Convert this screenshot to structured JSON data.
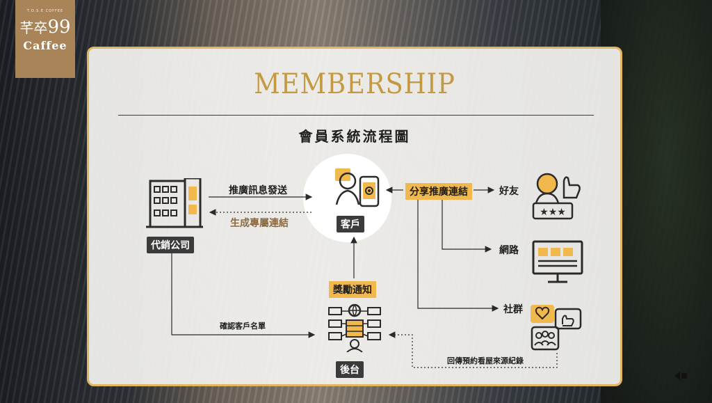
{
  "logo": {
    "tagline": "T.O.S.E COFFEE",
    "mark": "99",
    "mark_han": "芊卒",
    "name": "Caffee"
  },
  "card": {
    "title": "MEMBERSHIP",
    "subtitle": "會員系統流程圖"
  },
  "nodes": {
    "agency": "代銷公司",
    "customer": "客戶",
    "backend": "後台",
    "share_link": "分享推廣連結",
    "reward_notice": "獎勵通知",
    "friends": "好友",
    "web": "網路",
    "community": "社群"
  },
  "edges": {
    "promo_message": "推廣訊息發送",
    "generate_link": "生成專屬連結",
    "confirm_list": "確認客戶名單",
    "return_records": "回傳預約看屋來源紀錄"
  },
  "colors": {
    "accent_gold": "#f0b84d",
    "title_gold": "#c39a42",
    "border_gold": "#e1b65f",
    "dark": "#3b3b3b"
  }
}
